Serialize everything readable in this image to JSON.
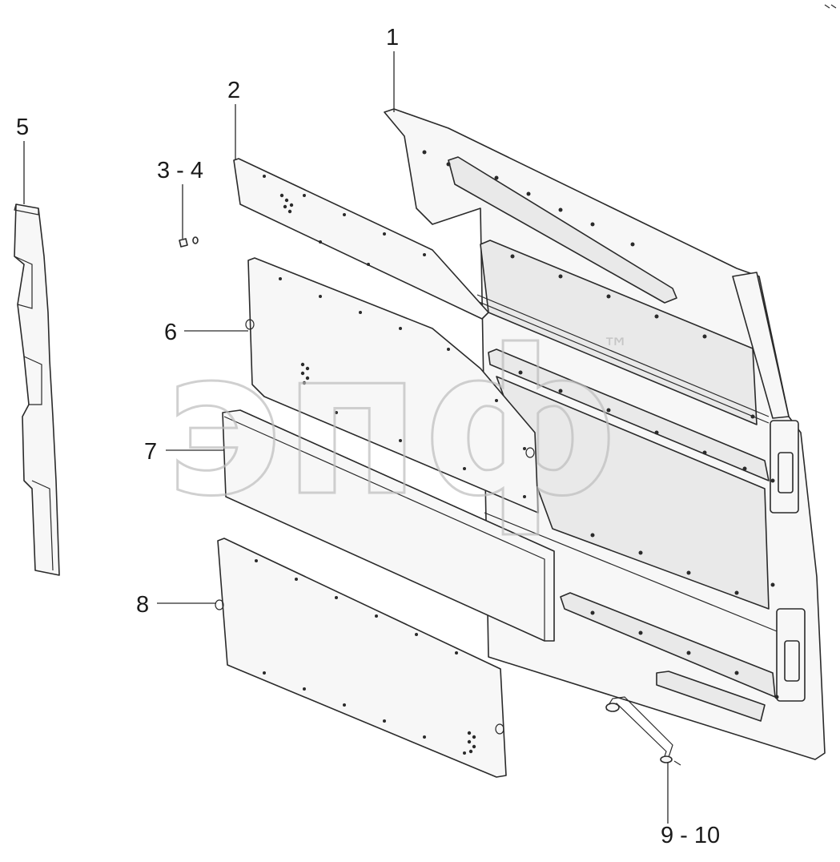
{
  "watermark": {
    "text": "эпф",
    "tm": "™"
  },
  "callouts": [
    {
      "id": "c1",
      "text": "1"
    },
    {
      "id": "c2",
      "text": "2"
    },
    {
      "id": "c34",
      "text": "3 - 4"
    },
    {
      "id": "c5",
      "text": "5"
    },
    {
      "id": "c6",
      "text": "6"
    },
    {
      "id": "c7",
      "text": "7"
    },
    {
      "id": "c8",
      "text": "8"
    },
    {
      "id": "c910",
      "text": "9 - 10"
    }
  ]
}
